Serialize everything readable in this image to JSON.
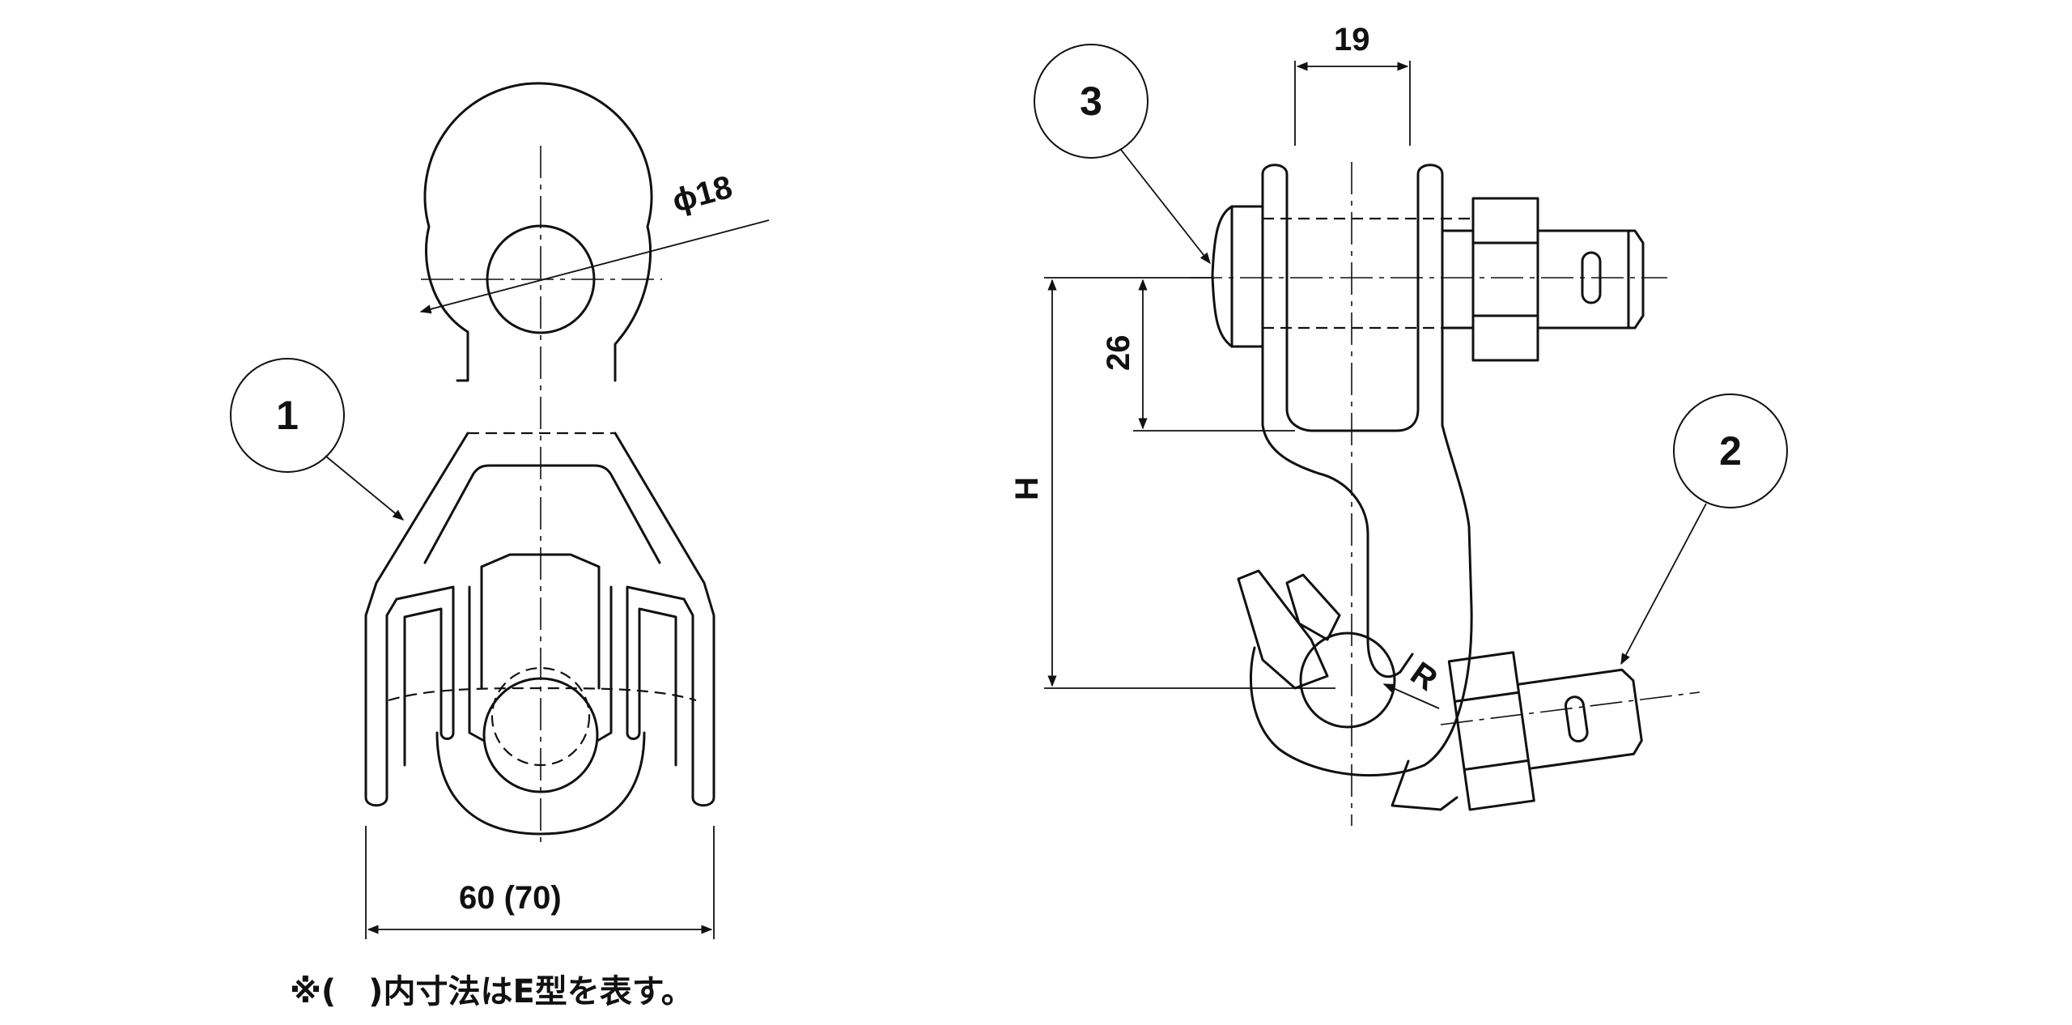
{
  "part_balloons": {
    "p1": "1",
    "p2": "2",
    "p3": "3"
  },
  "dimensions": {
    "width_label": "60 (70)",
    "phi_label": "ϕ18",
    "pin_width_label": "19",
    "offset_label": "26",
    "height_label": "H",
    "radius_label": "R"
  },
  "note": "※(　)内寸法はE型を表す。"
}
